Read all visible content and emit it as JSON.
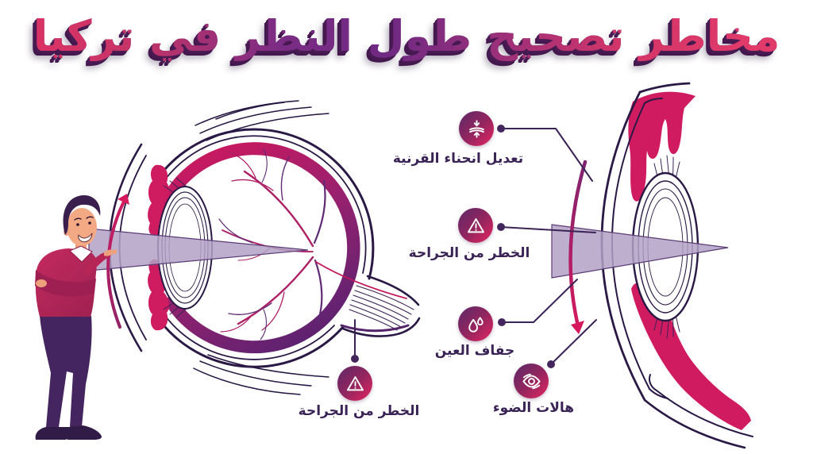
{
  "title": "مخاطر تصحيح طول النظر في تركيا",
  "callouts": {
    "cornea_adjust": {
      "label": "تعديل انحناء القرنية",
      "icon": "cornea-flatten-icon"
    },
    "surgery_risk_right": {
      "label": "الخطر من الجراحة",
      "icon": "warning-triangle-icon"
    },
    "dry_eye": {
      "label": "جفاف العين",
      "icon": "water-droplets-icon"
    },
    "light_halos": {
      "label": "هالات الضوء",
      "icon": "eye-glare-icon"
    },
    "surgery_risk_bottom": {
      "label": "الخطر من الجراحة",
      "icon": "warning-triangle-icon"
    }
  },
  "colors": {
    "accent_crimson": "#d01b60",
    "accent_purple": "#3a2355",
    "title_pink": "#d93366",
    "title_purple": "#6f2a82",
    "title_extrude": "#4b1b54",
    "light_cone": "#b2a1c4",
    "icon_gradient_start": "#5b2968",
    "icon_gradient_end": "#e42560",
    "outline_dark": "#2a1845"
  }
}
